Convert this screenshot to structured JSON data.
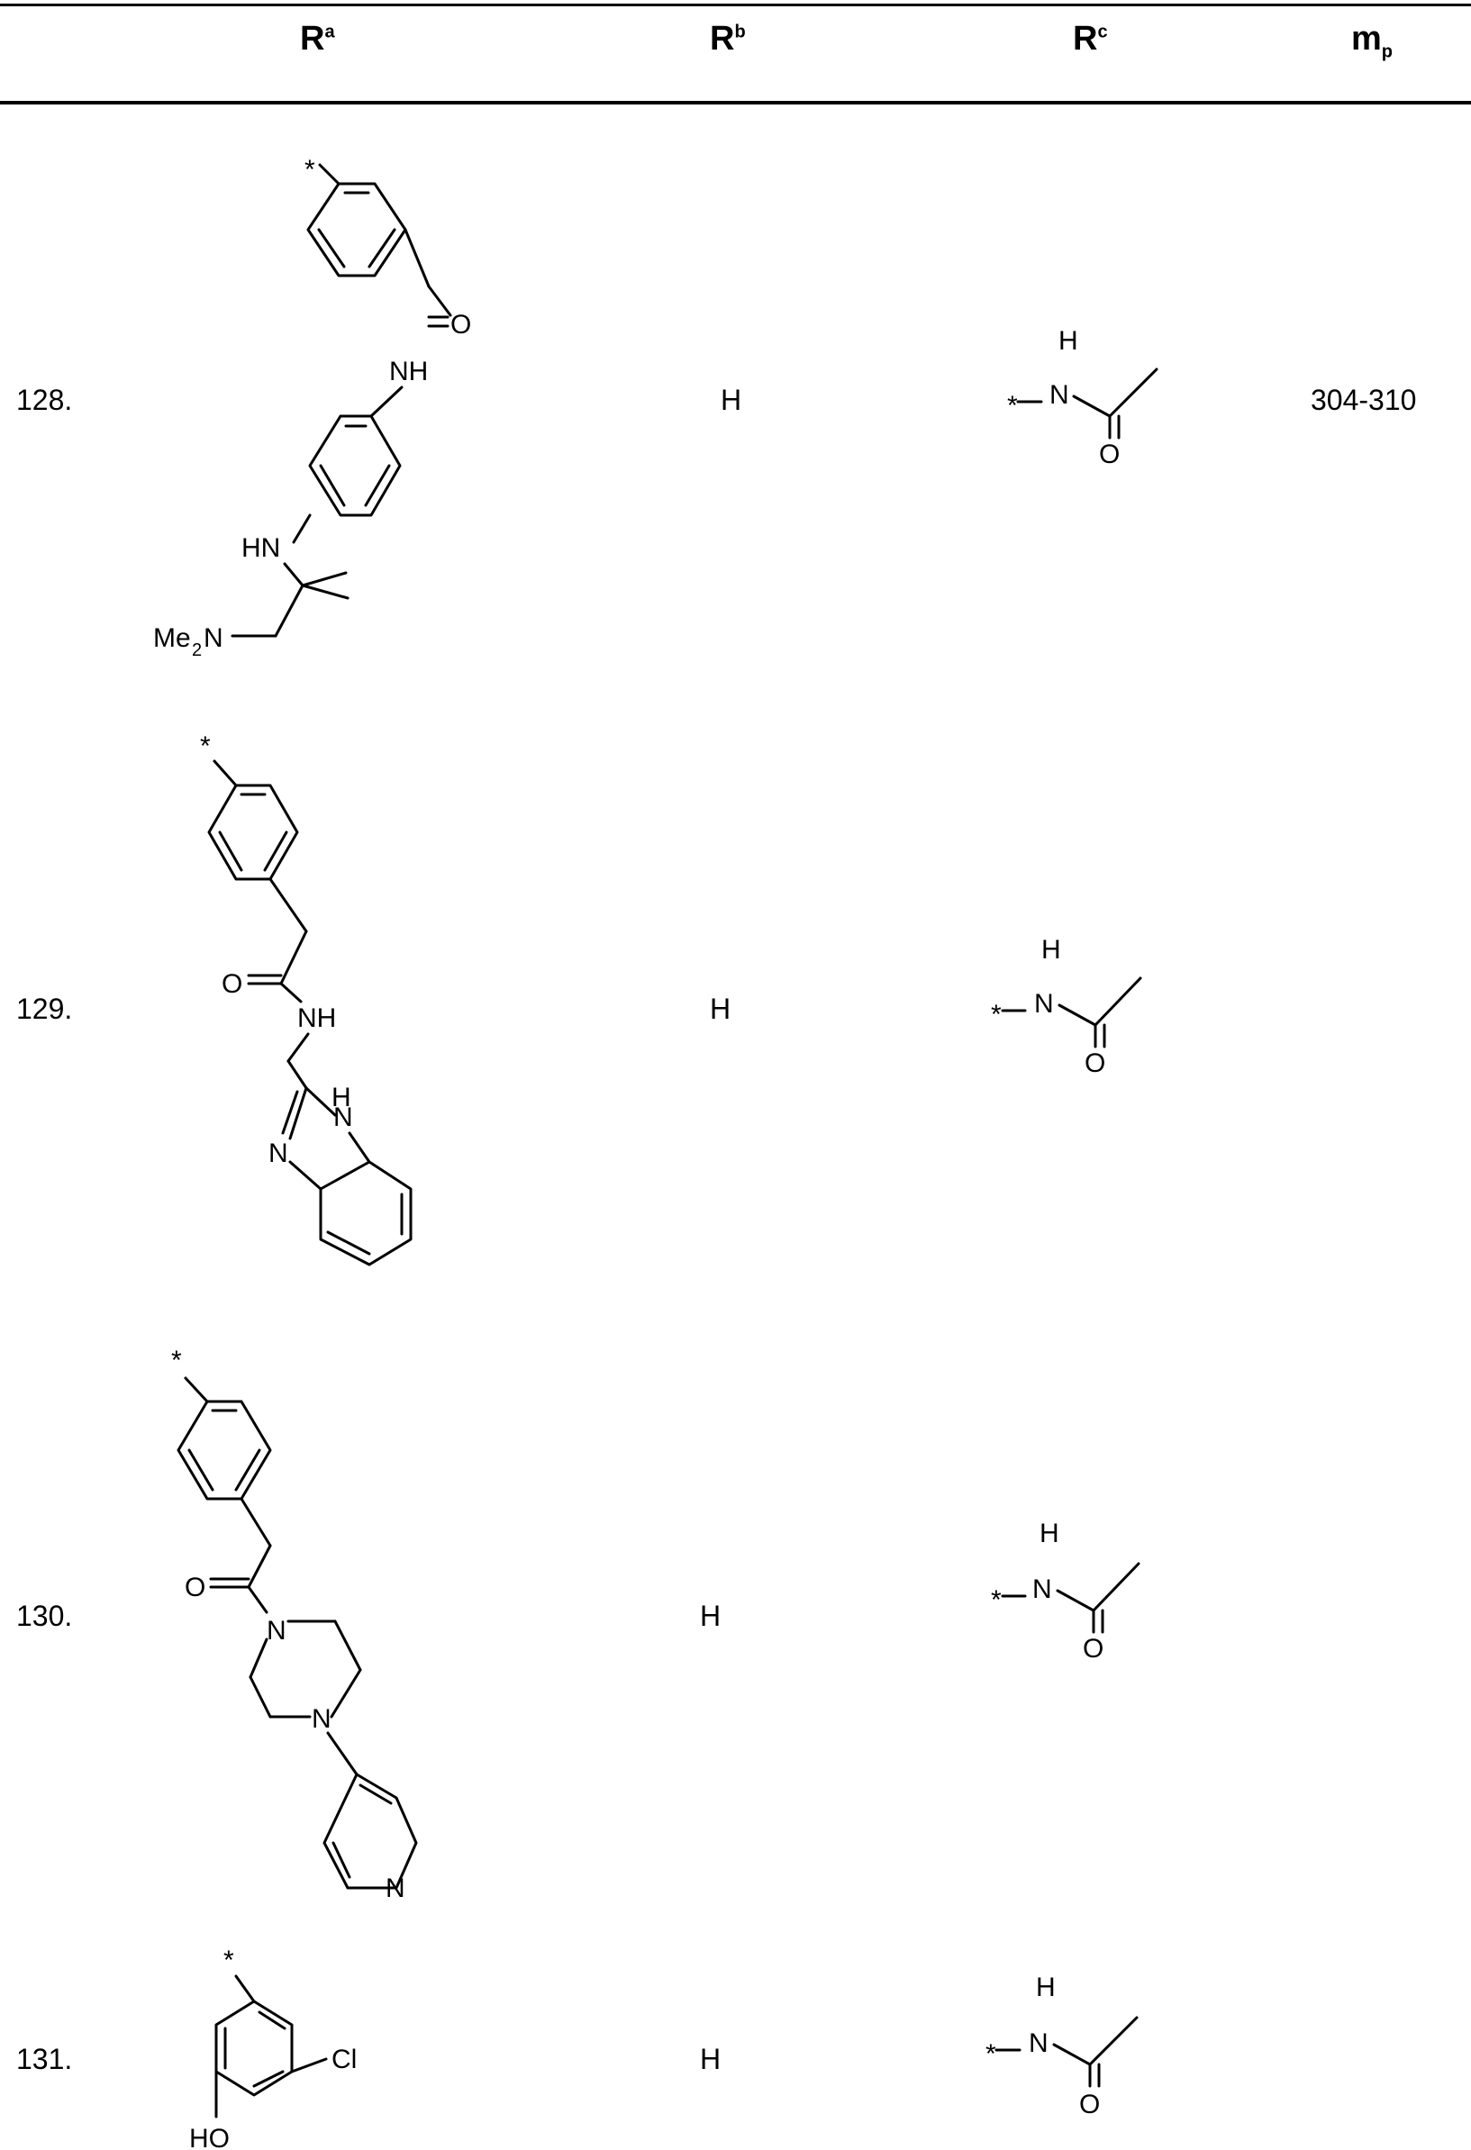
{
  "header": {
    "col_ra": "R",
    "col_ra_sup": "a",
    "col_rb": "R",
    "col_rb_sup": "b",
    "col_rc": "R",
    "col_rc_sup": "c",
    "col_mp": "m",
    "col_mp_sub": "p"
  },
  "rows": [
    {
      "number": "128.",
      "rb": "H",
      "mp": "304-310"
    },
    {
      "number": "129.",
      "rb": "H",
      "mp": ""
    },
    {
      "number": "130.",
      "rb": "H",
      "mp": ""
    },
    {
      "number": "131.",
      "rb": "H",
      "mp": ""
    }
  ],
  "labels": {
    "star": "*",
    "O": "O",
    "NH": "NH",
    "HN": "HN",
    "N": "N",
    "H": "H",
    "Me2N": "Me",
    "Me2N_sub": "2",
    "Me2N_tail": "N",
    "Cl": "Cl",
    "HO": "HO"
  }
}
